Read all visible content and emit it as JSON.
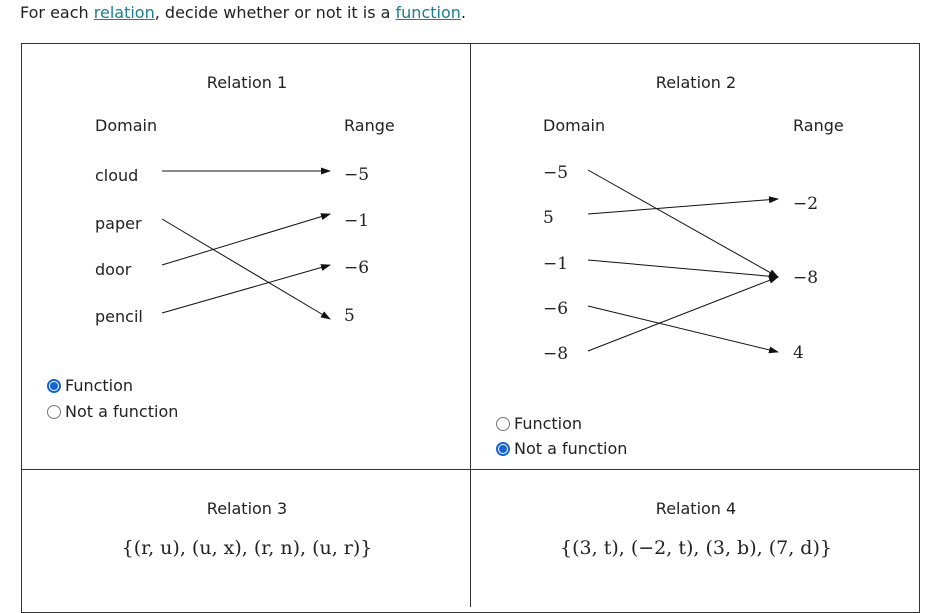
{
  "prompt": {
    "before": "For each ",
    "link1": "relation",
    "middle": ", decide whether or not it is a ",
    "link2": "function",
    "after": "."
  },
  "relation1": {
    "title": "Relation 1",
    "domain_label": "Domain",
    "range_label": "Range",
    "domain": [
      "cloud",
      "paper",
      "door",
      "pencil"
    ],
    "range": [
      "−5",
      "−1",
      "−6",
      "5"
    ],
    "mapping": [
      [
        0,
        0
      ],
      [
        1,
        3
      ],
      [
        2,
        1
      ],
      [
        3,
        2
      ]
    ],
    "options": [
      "Function",
      "Not a function"
    ],
    "selected": 0
  },
  "relation2": {
    "title": "Relation 2",
    "domain_label": "Domain",
    "range_label": "Range",
    "domain": [
      "−5",
      "5",
      "−1",
      "−6",
      "−8"
    ],
    "range": [
      "−2",
      "−8",
      "4"
    ],
    "mapping": [
      [
        0,
        1
      ],
      [
        1,
        0
      ],
      [
        2,
        1
      ],
      [
        3,
        2
      ],
      [
        4,
        1
      ]
    ],
    "options": [
      "Function",
      "Not a function"
    ],
    "selected": 1
  },
  "relation3": {
    "title": "Relation 3",
    "set": "{(r, u), (u, x), (r, n), (u, r)}"
  },
  "relation4": {
    "title": "Relation 4",
    "set": "{(3, t), (−2, t), (3, b), (7, d)}"
  },
  "colors": {
    "link": "#1a7f8e",
    "radio_selected": "#1565d8"
  }
}
